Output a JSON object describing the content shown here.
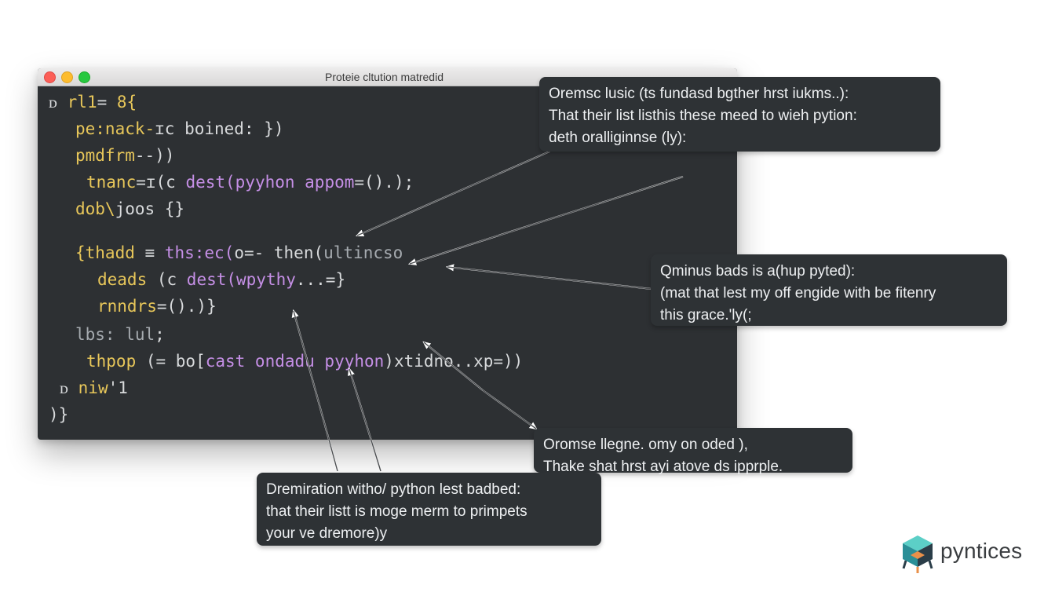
{
  "window": {
    "title": "Proteie cltution matredid",
    "traffic_lights": [
      "close",
      "minimize",
      "zoom"
    ]
  },
  "code_lines": [
    {
      "parts": [
        {
          "t": "ᴅ ",
          "c": "c-w"
        },
        {
          "t": "rl1",
          "c": "c-y"
        },
        {
          "t": "= ",
          "c": "c-w"
        },
        {
          "t": "8{",
          "c": "c-y"
        }
      ]
    },
    {
      "parts": [
        {
          "t": "pe:nack-",
          "c": "c-y"
        },
        {
          "t": "ɪc boined: })",
          "c": "c-w"
        }
      ]
    },
    {
      "parts": [
        {
          "t": "pmdfrm",
          "c": "c-y"
        },
        {
          "t": "--))",
          "c": "c-w"
        }
      ]
    },
    {
      "parts": [
        {
          "t": "tnanc",
          "c": "c-y"
        },
        {
          "t": "=ɪ(c ",
          "c": "c-w"
        },
        {
          "t": "dest(pyyhon appom",
          "c": "c-p"
        },
        {
          "t": "=().);",
          "c": "c-w"
        }
      ]
    },
    {
      "parts": [
        {
          "t": "dob\\",
          "c": "c-y"
        },
        {
          "t": "joos {}",
          "c": "c-w"
        }
      ]
    },
    {
      "parts": [
        {
          "t": "{thadd ",
          "c": "c-y"
        },
        {
          "t": "≡ ",
          "c": "c-w"
        },
        {
          "t": "ths:ec(",
          "c": "c-p"
        },
        {
          "t": "o=- then(",
          "c": "c-w"
        },
        {
          "t": "ultincso",
          "c": "c-g"
        }
      ]
    },
    {
      "parts": [
        {
          "t": "deads ",
          "c": "c-y"
        },
        {
          "t": "(c ",
          "c": "c-w"
        },
        {
          "t": "dest(wpythy",
          "c": "c-p"
        },
        {
          "t": "...=}",
          "c": "c-w"
        }
      ]
    },
    {
      "parts": [
        {
          "t": "rnndrs",
          "c": "c-y"
        },
        {
          "t": "=().)}",
          "c": "c-w"
        }
      ]
    },
    {
      "parts": [
        {
          "t": "lbs: lul",
          "c": "c-g"
        },
        {
          "t": ";",
          "c": "c-w"
        }
      ]
    },
    {
      "parts": [
        {
          "t": "thpop ",
          "c": "c-y"
        },
        {
          "t": "(= bo[",
          "c": "c-w"
        },
        {
          "t": "cast ondadu pyyhon",
          "c": "c-p"
        },
        {
          "t": ")xtidno..xp=))",
          "c": "c-w"
        }
      ]
    },
    {
      "parts": [
        {
          "t": "ᴅ ",
          "c": "c-w"
        },
        {
          "t": "niw",
          "c": "c-y"
        },
        {
          "t": "'1",
          "c": "c-w"
        }
      ]
    },
    {
      "parts": [
        {
          "t": ")}",
          "c": "c-w"
        }
      ]
    }
  ],
  "callouts": {
    "top_right": [
      "Oremsc lusic (ts fundasd bgther hrst iukms..):",
      "That their list listhis these meed to wieh pytion:",
      "deth oralliginnse (ly):"
    ],
    "middle_right": [
      "Qminus bads is a(hup pyted):",
      "(mat that lest my off engide with be fitenry",
      "this grace.'ly(;"
    ],
    "lower_right": [
      "Oromse llegne. omy on oded ),",
      "Thake shat hrst ayi atove  ds ipprple."
    ],
    "bottom": [
      "Dremiration witho/ python lest badbed:",
      "that their listt is moge merm to primpets",
      "your ve dremore)y"
    ]
  },
  "brand": {
    "name": "pyntices",
    "colors": {
      "teal": "#3fb6b3",
      "dark": "#2a3d48",
      "orange": "#e9904a"
    }
  },
  "colors": {
    "editor_bg": "#2d3033",
    "keyword": "#e8c75a",
    "identifier": "#c58fe6",
    "text": "#d8dadc",
    "callout_bg": "#2e3235"
  }
}
